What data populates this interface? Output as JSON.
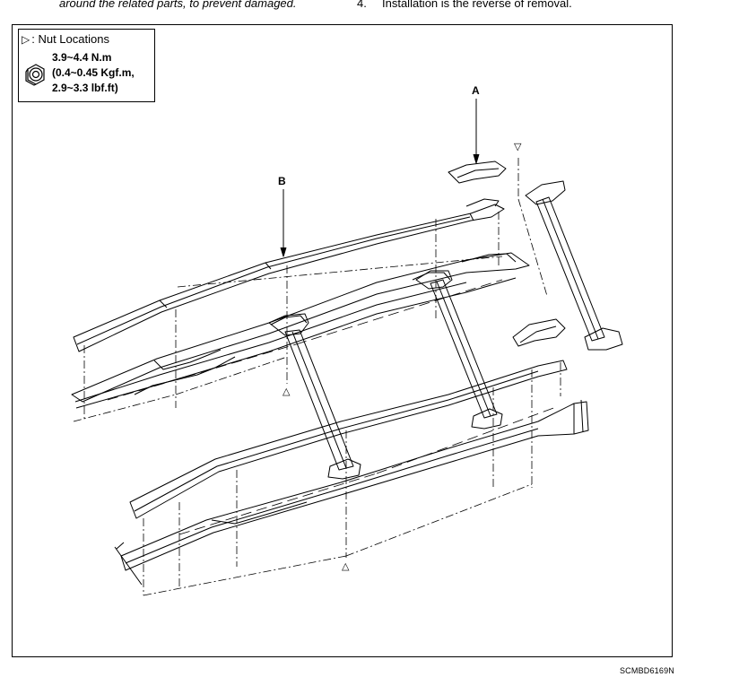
{
  "header": {
    "left_note": "around the related parts, to prevent damaged.",
    "right_note_number": "4.",
    "right_note_text": "Installation is the reverse of removal."
  },
  "legend": {
    "marker_symbol": "▷",
    "title": ": Nut Locations",
    "torque_line1": "3.9~4.4 N.m",
    "torque_line2": "(0.4~0.45 Kgf.m,",
    "torque_line3": "2.9~3.3 lbf.ft)",
    "icon": "nut-icon"
  },
  "callouts": {
    "a": "A",
    "b": "B"
  },
  "nut_marker_symbol_down": "▽",
  "nut_marker_symbol_up": "△",
  "figure_code": "SCMBD6169N"
}
